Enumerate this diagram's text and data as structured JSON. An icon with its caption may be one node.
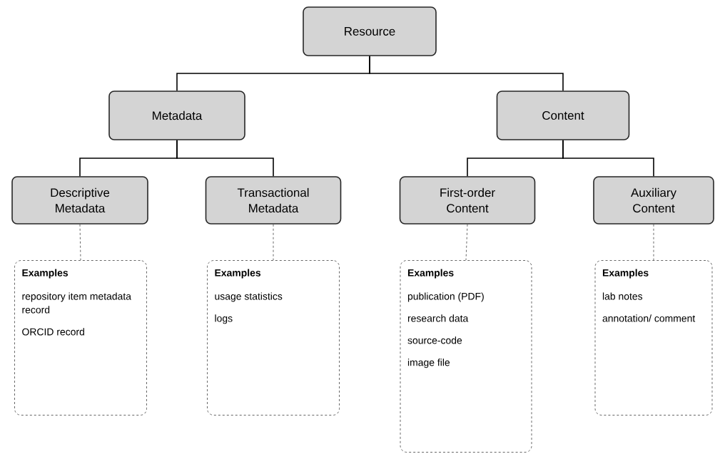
{
  "diagram": {
    "nodes": [
      {
        "text": [
          "Resource"
        ]
      },
      {
        "text": [
          "Metadata"
        ]
      },
      {
        "text": [
          "Content"
        ]
      },
      {
        "text": [
          "Descriptive Metadata"
        ]
      },
      {
        "text": [
          "Transactional Metadata"
        ]
      },
      {
        "text": [
          "First-order Content"
        ]
      },
      {
        "text": [
          "Auxiliary Content"
        ]
      },
      {
        "text": [
          "Examples",
          "repository item metadata record",
          "ORCID record"
        ]
      },
      {
        "text": [
          "Examples",
          "usage statistics",
          "logs"
        ]
      },
      {
        "text": [
          "Examples",
          "publication (PDF)",
          "research data",
          "source-code",
          "image file"
        ]
      },
      {
        "text": [
          "Examples",
          "lab notes",
          "annotation/ comment"
        ]
      }
    ],
    "edges": [
      {
        "from": 0,
        "to": 1,
        "arrow": "none"
      },
      {
        "from": 0,
        "to": 2,
        "arrow": "none"
      },
      {
        "from": 1,
        "to": 3,
        "arrow": "none"
      },
      {
        "from": 1,
        "to": 4,
        "arrow": "none"
      },
      {
        "from": 2,
        "to": 5,
        "arrow": "none"
      },
      {
        "from": 2,
        "to": 6,
        "arrow": "none"
      },
      {
        "from": 3,
        "to": 7,
        "arrow": "none",
        "style": "dashed",
        "color": "#666666"
      },
      {
        "from": 4,
        "to": 8,
        "arrow": "none",
        "style": "dashed",
        "color": "#666666"
      },
      {
        "from": 5,
        "to": 9,
        "arrow": "none",
        "style": "dashed",
        "color": "#666666"
      },
      {
        "from": 6,
        "to": 10,
        "arrow": "none",
        "style": "dashed",
        "color": "#666666"
      }
    ]
  }
}
